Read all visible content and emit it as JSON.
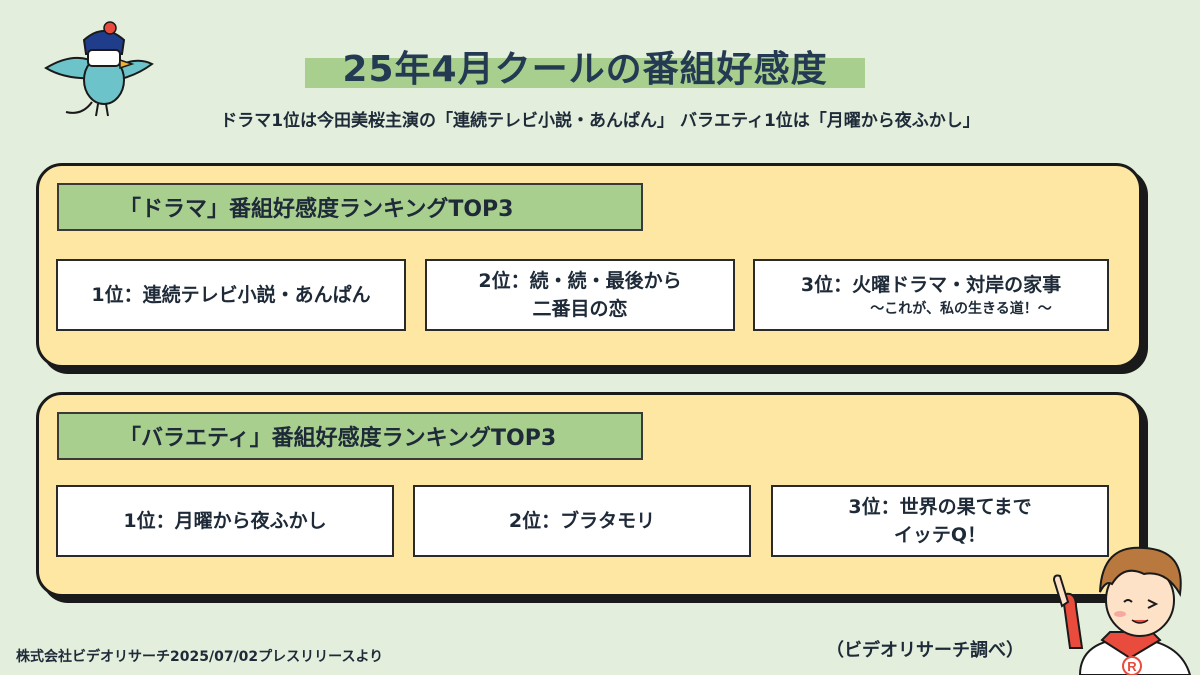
{
  "header": {
    "title": "25年4月クールの番組好感度",
    "subtitle": "ドラマ1位は今田美桜主演の「連続テレビ小説・あんぱん」 バラエティ1位は「月曜から夜ふかし」"
  },
  "drama": {
    "label": "「ドラマ」番組好感度ランキングTOP3",
    "rank1": "1位：連続テレビ小説・あんぱん",
    "rank2_line1": "2位：続・続・最後から",
    "rank2_line2": "二番目の恋",
    "rank3_line1": "3位：火曜ドラマ・対岸の家事",
    "rank3_line2": "〜これが、私の生きる道！〜"
  },
  "variety": {
    "label": "「バラエティ」番組好感度ランキングTOP3",
    "rank1": "1位：月曜から夜ふかし",
    "rank2": "2位：ブラタモリ",
    "rank3_line1": "3位：世界の果てまで",
    "rank3_line2": "イッテQ！"
  },
  "footer": {
    "source": "株式会社ビデオリサーチ2025/07/02プレスリリースより",
    "credit": "（ビデオリサーチ調べ）"
  },
  "mascot_badge": "R",
  "colors": {
    "background": "#e3efdc",
    "panel": "#fde7a3",
    "label": "#a9cf8f",
    "title_text": "#243a52"
  },
  "icons": [
    "bird-mascot-icon",
    "boy-mascot-icon"
  ]
}
